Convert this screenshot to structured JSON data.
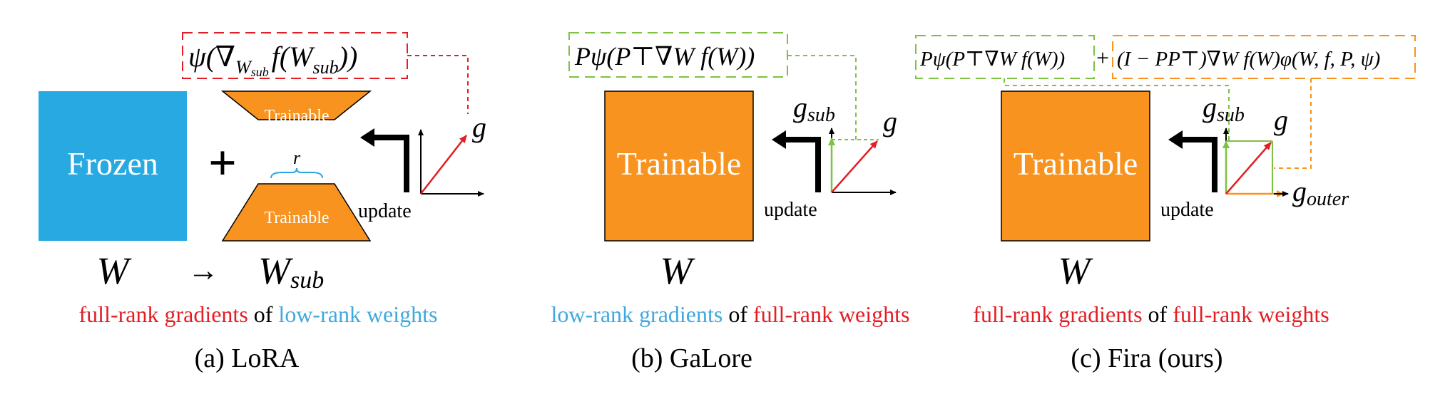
{
  "colors": {
    "blue": "#29a9e1",
    "orange": "#f7931e",
    "red": "#e31e24",
    "green": "#7dc242",
    "black": "#000000",
    "text_blue": "#3fa9dd"
  },
  "panel_a": {
    "formula": "ψ(∇W_sub f(W_sub))",
    "formula_main": "ψ(∇",
    "formula_sub": "W",
    "formula_subsub": "sub",
    "formula_rest": "f(W",
    "formula_rest_sub": "sub",
    "formula_end": "))",
    "frozen_label": "Frozen",
    "plus": "+",
    "trainable_top": "Trainable",
    "trainable_bottom": "Trainable",
    "rank_label": "r",
    "update_label": "update",
    "g_label": "g",
    "w_label": "W",
    "arrow": "→",
    "wsub_main": "W",
    "wsub_sub": "sub",
    "caption_part1": "full-rank gradients",
    "caption_part2": " of ",
    "caption_part3": "low-rank weights",
    "title": "(a)  LoRA"
  },
  "panel_b": {
    "formula": "Pψ(P⊤∇W f(W))",
    "trainable_label": "Trainable",
    "update_label": "update",
    "gsub_main": "g",
    "gsub_sub": "sub",
    "g_label": "g",
    "w_label": "W",
    "caption_part1": "low-rank gradients",
    "caption_part2": " of ",
    "caption_part3": "full-rank weights",
    "title": "(b)  GaLore"
  },
  "panel_c": {
    "formula_left": "Pψ(P⊤∇W f(W))",
    "plus": "+",
    "formula_right": "(I − PP⊤)∇W f(W)φ(W, f, P, ψ)",
    "trainable_label": "Trainable",
    "update_label": "update",
    "gsub_main": "g",
    "gsub_sub": "sub",
    "g_label": "g",
    "gouter_main": "g",
    "gouter_sub": "outer",
    "w_label": "W",
    "caption_part1": "full-rank gradients",
    "caption_part2": " of ",
    "caption_part3": "full-rank weights",
    "title": "(c)  Fira (ours)"
  }
}
